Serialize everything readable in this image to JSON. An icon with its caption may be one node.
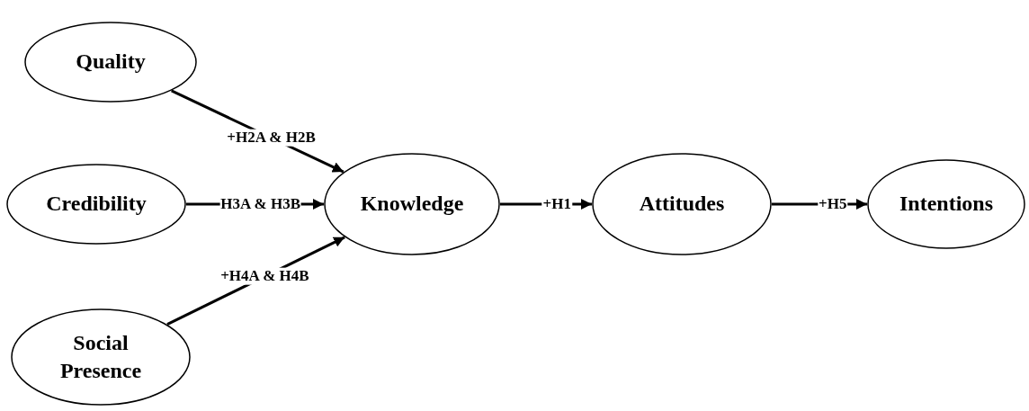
{
  "diagram": {
    "nodes": [
      {
        "text": [
          "Quality"
        ]
      },
      {
        "text": [
          "Credibility"
        ]
      },
      {
        "text": [
          "Social Presence"
        ]
      },
      {
        "text": [
          "Knowledge"
        ]
      },
      {
        "text": [
          "Attitudes"
        ]
      },
      {
        "text": [
          "Intentions"
        ]
      }
    ],
    "edges": [
      {
        "from": 0,
        "to": 3,
        "arrow": "to",
        "label": "+H2A & H2B"
      },
      {
        "from": 1,
        "to": 3,
        "arrow": "to",
        "label": "H3A & H3B"
      },
      {
        "from": 2,
        "to": 3,
        "arrow": "to",
        "label": "+H4A & H4B"
      },
      {
        "from": 3,
        "to": 4,
        "arrow": "to",
        "label": "+H1"
      },
      {
        "from": 4,
        "to": 5,
        "arrow": "to",
        "label": "+H5"
      }
    ]
  }
}
